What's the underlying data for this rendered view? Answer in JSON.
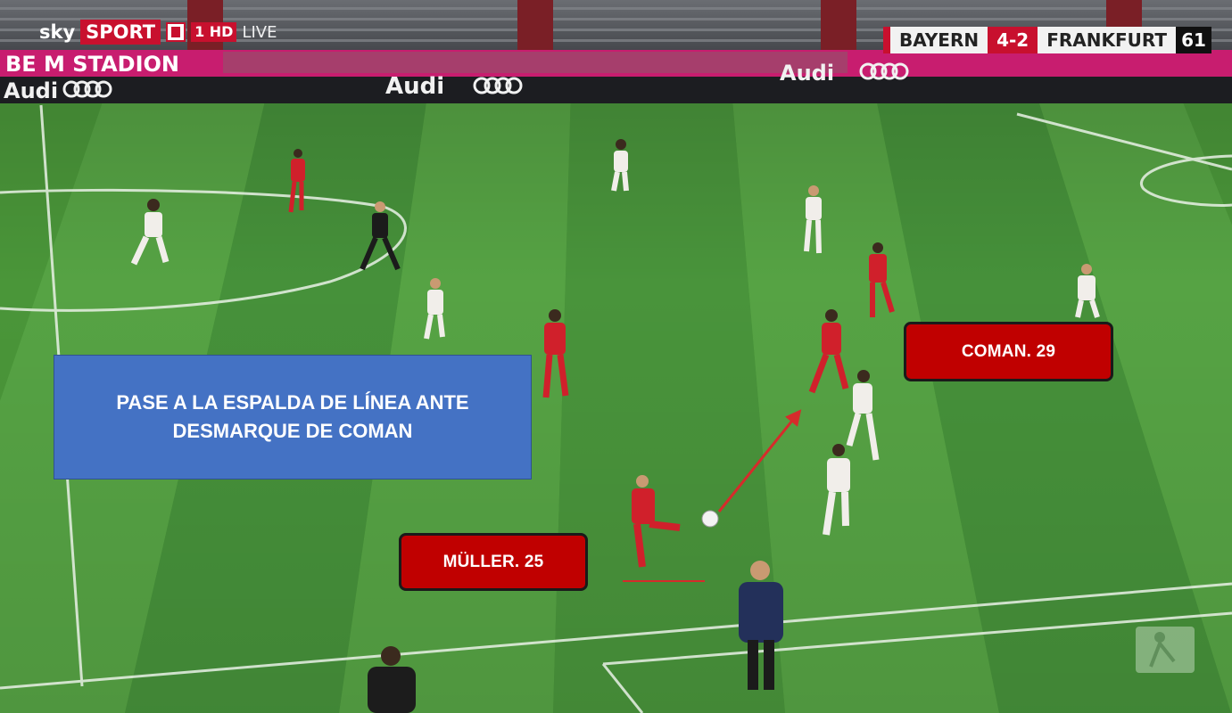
{
  "broadcast": {
    "channel_brand": "sky",
    "channel_name": "SPORT",
    "channel_number": "1 HD",
    "live_text": "LIVE"
  },
  "scoreboard": {
    "home_team": "BAYERN",
    "score": "4-2",
    "away_team": "FRANKFURT",
    "clock": "61"
  },
  "stadium": {
    "banner_text": "BE  M STADION",
    "sponsor_text": "Audi"
  },
  "annotations": {
    "caption_line1": "PASE A LA ESPALDA DE LÍNEA ANTE",
    "caption_line2": "DESMARQUE DE COMAN",
    "label_coman": "COMAN. 29",
    "label_muller": "MÜLLER. 25"
  },
  "colors": {
    "pitch_light": "#4f9b3c",
    "pitch_dark": "#3f8a31",
    "label_red": "#c00000",
    "caption_blue": "#4472c4",
    "arrow": "#d62b2b",
    "bayern_kit": "#d0202b",
    "frankfurt_kit": "#f1eeea"
  }
}
